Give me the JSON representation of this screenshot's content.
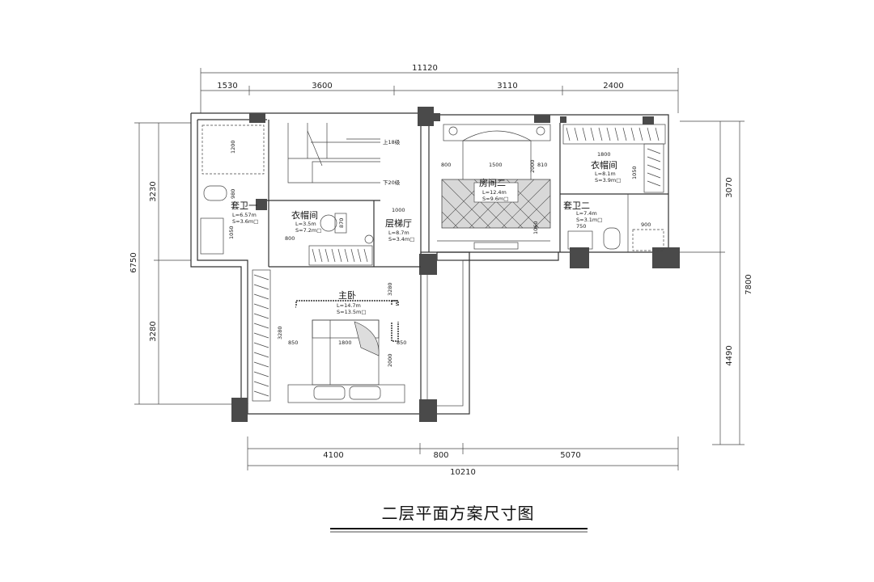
{
  "title": "二层平面方案尺寸图",
  "dims": {
    "top_total": "11120",
    "top_segments": [
      "1530",
      "3600",
      "3110",
      "2400"
    ],
    "bottom_segments": [
      "4100",
      "800",
      "5070"
    ],
    "bottom_total": "10210",
    "left_total": "6750",
    "left_segments": [
      "3230",
      "3280"
    ],
    "right_total": "7800",
    "right_segments": [
      "3070",
      "4490"
    ]
  },
  "rooms": {
    "bath1": {
      "name": "套卫一",
      "l": "L=6.57m",
      "s": "S=3.6m□"
    },
    "closet1": {
      "name": "衣帽间",
      "l": "L=3.5m",
      "s": "S=7.2m□"
    },
    "stair_hall": {
      "name": "层梯厅",
      "l": "L=8.7m",
      "s": "S=3.4m□"
    },
    "room2": {
      "name": "房间二",
      "l": "L=12.4m",
      "s": "S=9.6m□"
    },
    "closet2": {
      "name": "衣帽间",
      "l": "L=8.1m",
      "s": "S=3.9m□"
    },
    "bath2": {
      "name": "套卫二",
      "l": "L=7.4m",
      "s": "S=3.1m□"
    },
    "master": {
      "name": "主卧",
      "l": "L=14.7m",
      "s": "S=13.5m□"
    }
  },
  "stairs": {
    "up": "上18级",
    "down": "下20级"
  },
  "inner_dims": {
    "d1200": "1200",
    "d980": "980",
    "d1050a": "1050",
    "d800a": "800",
    "d870": "870",
    "d1000": "1000",
    "d1500": "1500",
    "d800b": "800",
    "d810": "810",
    "d2000a": "2000",
    "d1800a": "1800",
    "d1050b": "1050",
    "d750": "750",
    "d900": "900",
    "d3280": "3280",
    "d850a": "850",
    "d1800b": "1800",
    "d850b": "850",
    "d2000b": "2000",
    "d3280b": "3280",
    "d1060": "1060"
  }
}
